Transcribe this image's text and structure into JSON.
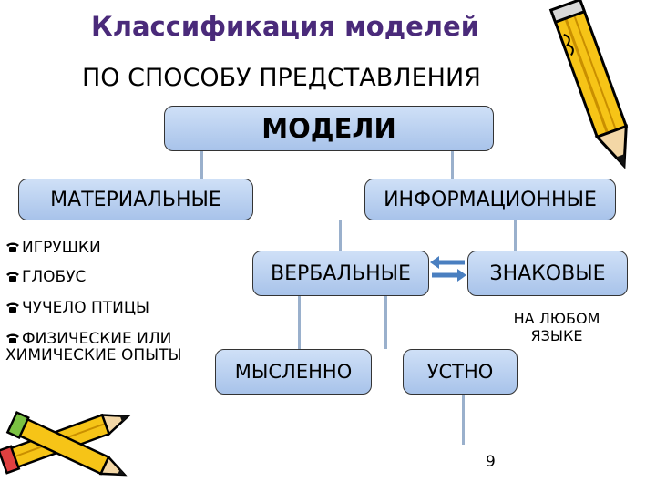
{
  "title": "Классификация моделей",
  "subtitle": "ПО СПОСОБУ ПРЕДСТАВЛЕНИЯ",
  "nodes": {
    "models": "МОДЕЛИ",
    "material": "МАТЕРИАЛЬНЫЕ",
    "informational": "ИНФОРМАЦИОННЫЕ",
    "verbal": "ВЕРБАЛЬНЫЕ",
    "sign": "ЗНАКОВЫЕ",
    "mental": "МЫСЛЕННО",
    "oral": "УСТНО"
  },
  "material_examples": [
    "ИГРУШКИ",
    "ГЛОБУС",
    "ЧУЧЕЛО ПТИЦЫ",
    "ФИЗИЧЕСКИЕ ИЛИ ХИМИЧЕСКИЕ ОПЫТЫ"
  ],
  "sign_note": "НА ЛЮБОМ ЯЗЫКЕ",
  "page_number": "9",
  "colors": {
    "box_fill_top": "#cfe0f7",
    "box_fill_bottom": "#a8c3ea",
    "title": "#4a2a7a",
    "arrow": "#4a7fc0"
  },
  "icons": [
    "phone-bullet-icon",
    "pencil-icon",
    "double-arrow-icon"
  ]
}
